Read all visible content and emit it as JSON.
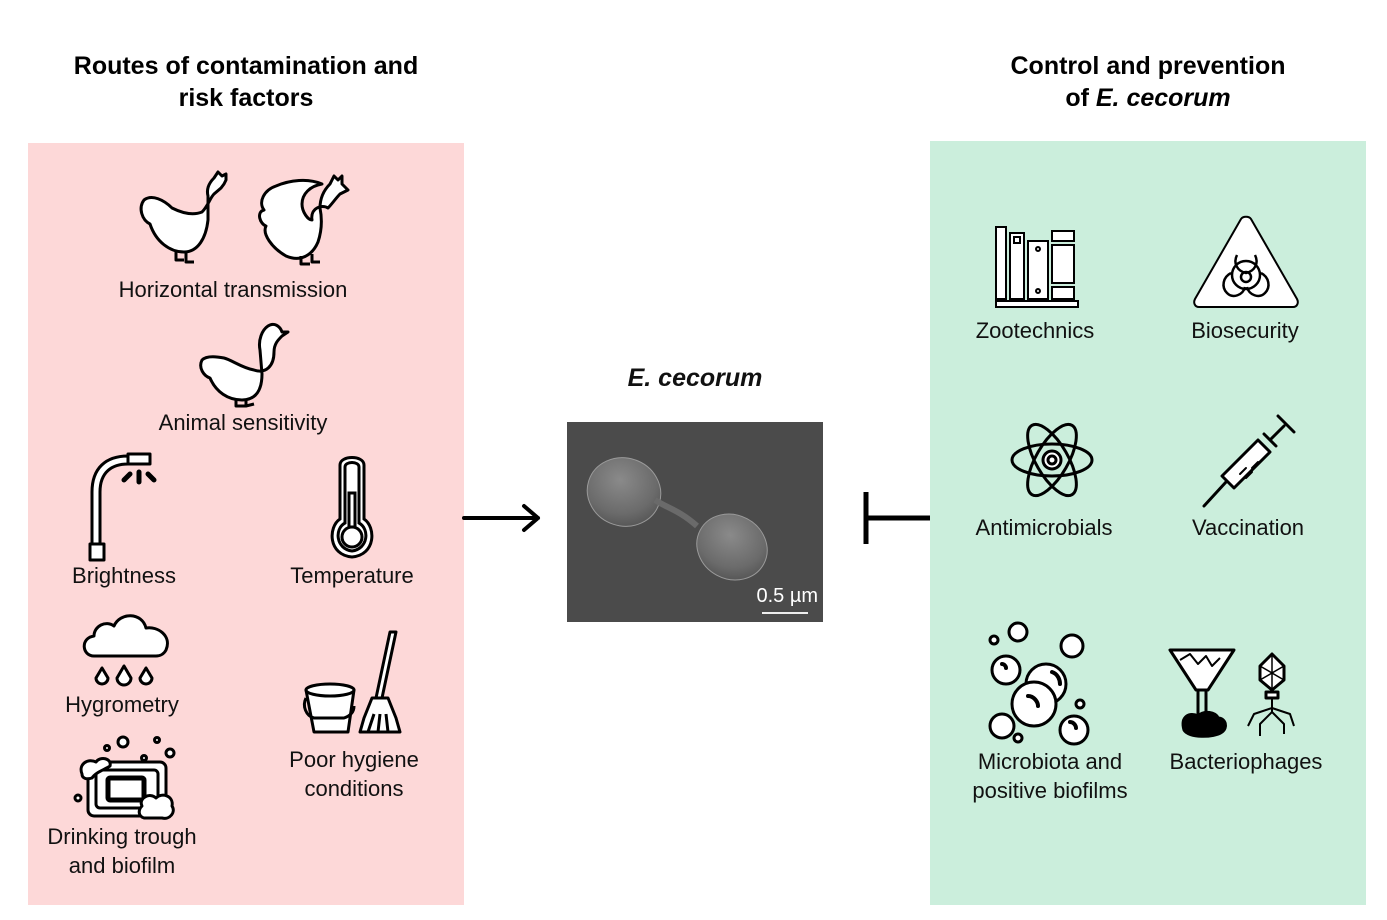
{
  "left_section": {
    "heading_line1": "Routes of contamination and",
    "heading_line2": "risk factors",
    "panel_color": "#fdd8d8",
    "items": [
      {
        "label": "Horizontal transmission",
        "icon": "chicken-and-rooster-icon"
      },
      {
        "label": "Animal sensitivity",
        "icon": "duck-icon"
      },
      {
        "label": "Brightness",
        "icon": "lamp-icon"
      },
      {
        "label": "Temperature",
        "icon": "thermometer-icon"
      },
      {
        "label": "Hygrometry",
        "icon": "rain-cloud-icon"
      },
      {
        "label_line1": "Poor hygiene",
        "label_line2": "conditions",
        "icon": "bucket-and-broom-icon"
      },
      {
        "label_line1": "Drinking trough",
        "label_line2": "and biofilm",
        "icon": "soap-trough-icon"
      }
    ]
  },
  "center": {
    "title": "E. cecorum",
    "scale_label": "0.5 µm",
    "left_connector": "arrow-right-icon",
    "right_connector": "inhibition-bar-icon"
  },
  "right_section": {
    "heading_line1": "Control and prevention",
    "heading_line2_prefix": "of ",
    "heading_line2_italic": "E. cecorum",
    "panel_color": "#cbeedc",
    "items": [
      {
        "label": "Zootechnics",
        "icon": "books-icon"
      },
      {
        "label": "Biosecurity",
        "icon": "biohazard-icon"
      },
      {
        "label": "Antimicrobials",
        "icon": "atom-icon"
      },
      {
        "label": "Vaccination",
        "icon": "syringe-icon"
      },
      {
        "label_line1": "Microbiota and",
        "label_line2": "positive biofilms",
        "icon": "bubbles-icon"
      },
      {
        "label": "Bacteriophages",
        "icon": "bacteriophage-icon"
      }
    ]
  }
}
